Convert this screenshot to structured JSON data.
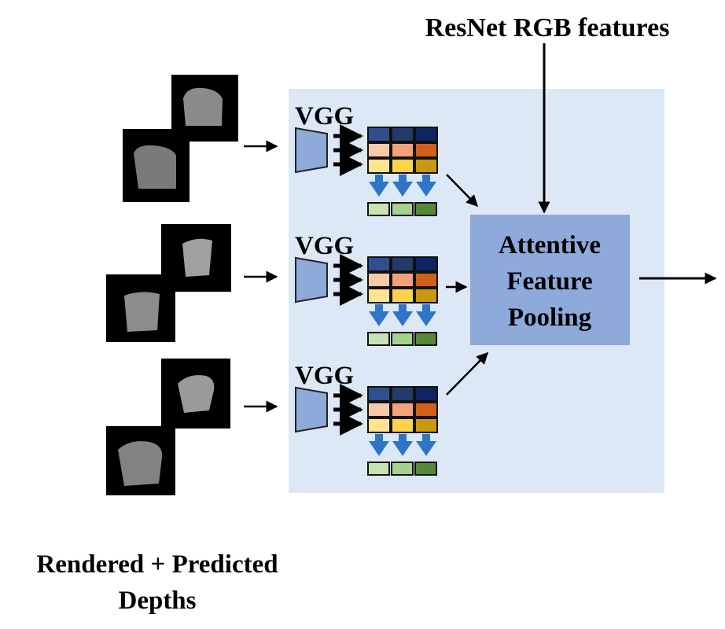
{
  "top_input_label": "ResNet RGB features",
  "encoder_label": "VGG",
  "pooling_label": [
    "Attentive",
    "Feature",
    "Pooling"
  ],
  "caption": [
    "Rendered + Predicted",
    "Depths"
  ],
  "colors": {
    "panel_bg": "#dce8f5",
    "encoder_fill": "#8eaadb",
    "pooling_fill": "#8eaadb",
    "down_arrow": "#2e74c7",
    "feature_rows": [
      [
        "#2f4f8f",
        "#233a6b",
        "#0e2463"
      ],
      [
        "#f8c9a8",
        "#f1a27a",
        "#d0601c"
      ],
      [
        "#ffe48f",
        "#ffd24d",
        "#c99a0f"
      ]
    ],
    "pooled_row": [
      "#c7e3b4",
      "#a6d08e",
      "#56883a"
    ]
  },
  "icons": [
    "depth-image-chair",
    "trapezoid-encoder",
    "arrow-right",
    "arrow-down"
  ]
}
